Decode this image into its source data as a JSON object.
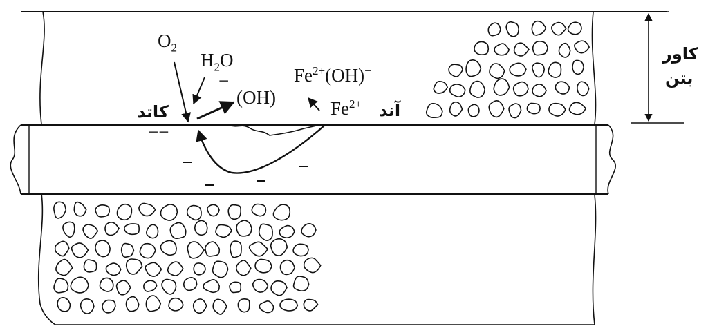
{
  "labels": {
    "o2": "O",
    "o2_sub": "2",
    "h2o_h": "H",
    "h2o_sub": "2",
    "h2o_o": "O",
    "oh": "(OH)",
    "fe_oh": "Fe",
    "fe_oh_sup": "2+",
    "fe_oh_rest": "(OH)",
    "fe_oh_minus": "−",
    "fe": "Fe",
    "fe_sup": "2+",
    "cathode": "کاتد",
    "anode": "آند",
    "concrete_cover_1": "کاور",
    "concrete_cover_2": "بتن"
  },
  "charges": {
    "h2o_charge": "−",
    "cathode_charge": "−−"
  },
  "colors": {
    "ink": "#111111",
    "background": "#ffffff"
  }
}
